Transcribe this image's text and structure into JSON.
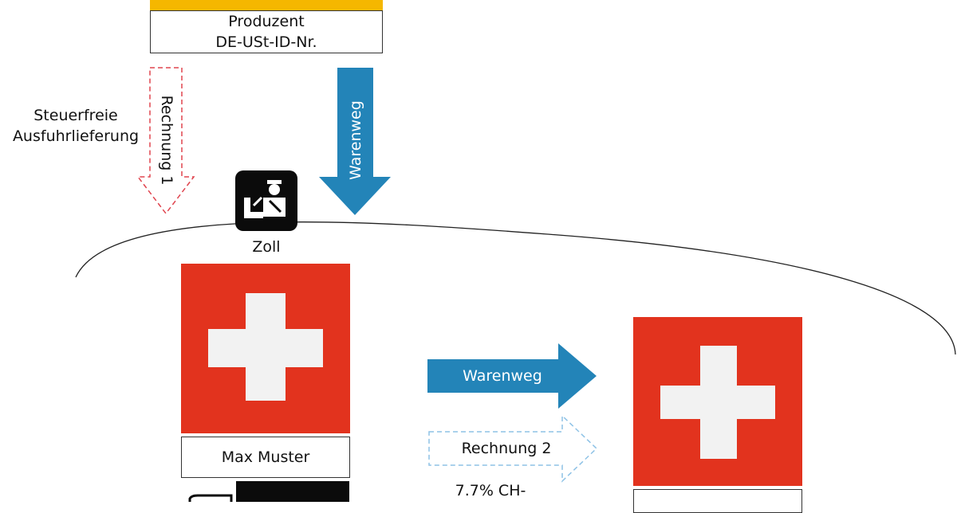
{
  "producer": {
    "name": "Produzent",
    "vat_id": "DE-USt-ID-Nr."
  },
  "flow_top": {
    "invoice_label": "Rechnung 1",
    "goods_label": "Warenweg",
    "note_line1": "Steuerfreie",
    "note_line2": "Ausfuhrlieferung"
  },
  "customs": {
    "label": "Zoll",
    "icon": "customs-officer-icon"
  },
  "swiss_left": {
    "name": "Max Muster",
    "icon": "swiss-flag-icon"
  },
  "flow_bottom": {
    "goods_label": "Warenweg",
    "invoice_label": "Rechnung 2",
    "vat_note": "7.7% CH-"
  },
  "swiss_right": {
    "name": "",
    "icon": "swiss-flag-icon"
  },
  "colors": {
    "accent_yellow": "#F5B700",
    "goods_arrow": "#2384B8",
    "invoice_arrow_red": "#E0454F",
    "invoice_arrow_blue": "#8EC2E6",
    "swiss_red": "#E2331E"
  }
}
